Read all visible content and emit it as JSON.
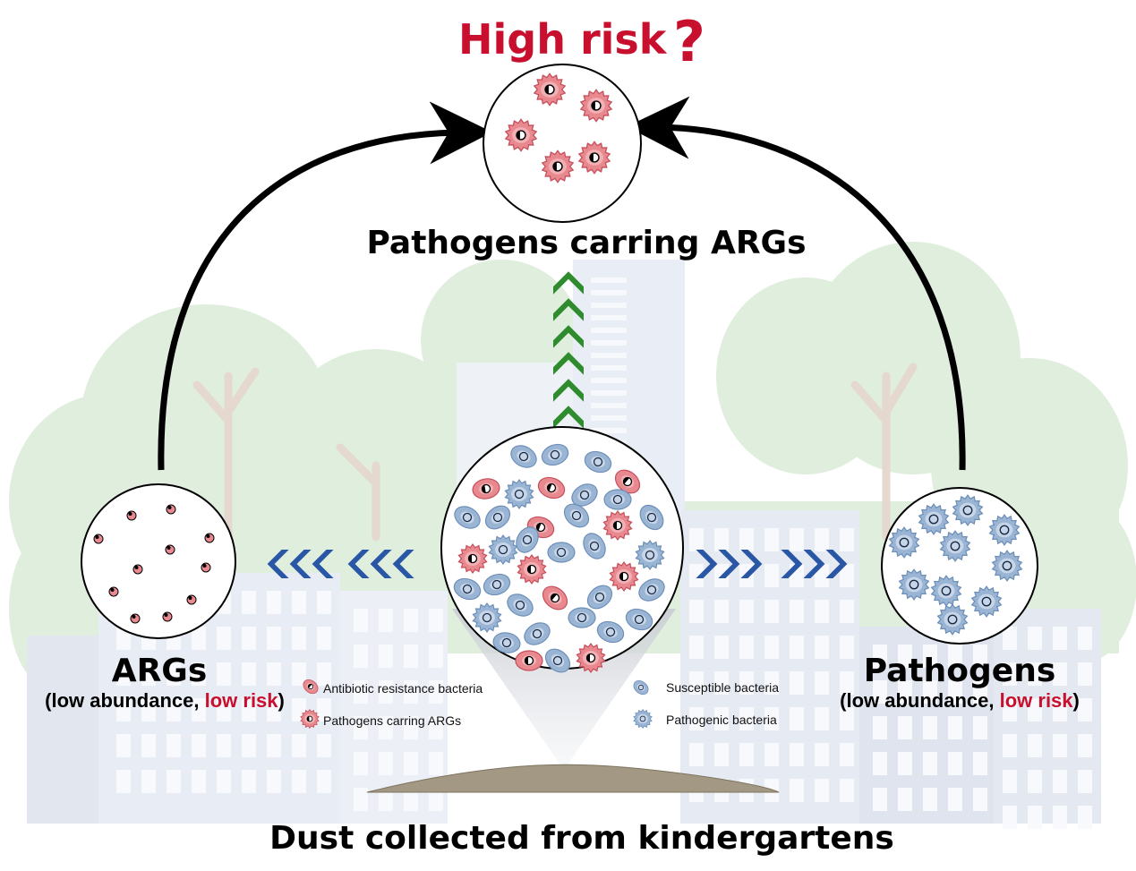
{
  "title": {
    "text": "High risk",
    "mark": "?"
  },
  "top_label": "Pathogens carring ARGs",
  "left": {
    "title": "ARGs",
    "paren_open": "(low abundance, ",
    "risk": "low risk",
    "paren_close": ")"
  },
  "right": {
    "title": "Pathogens",
    "paren_open": "(low abundance, ",
    "risk": "low risk",
    "paren_close": ")"
  },
  "bottom_label": "Dust collected from kindergartens",
  "legend": [
    {
      "label": "Antibiotic resistance bacteria",
      "icon": "red-bacterium-icon"
    },
    {
      "label": "Pathogens carring ARGs",
      "icon": "red-spiky-pathogen-icon"
    },
    {
      "label": "Susceptible bacteria",
      "icon": "blue-bacterium-icon"
    },
    {
      "label": "Pathogenic bacteria",
      "icon": "blue-spiky-pathogen-icon"
    }
  ],
  "colors": {
    "risk_red": "#c8102e",
    "arrow_green": "#2e8b2e",
    "arrow_blue": "#2a57a5",
    "red_cell": "#e8898f",
    "blue_cell": "#9ab4d4"
  }
}
